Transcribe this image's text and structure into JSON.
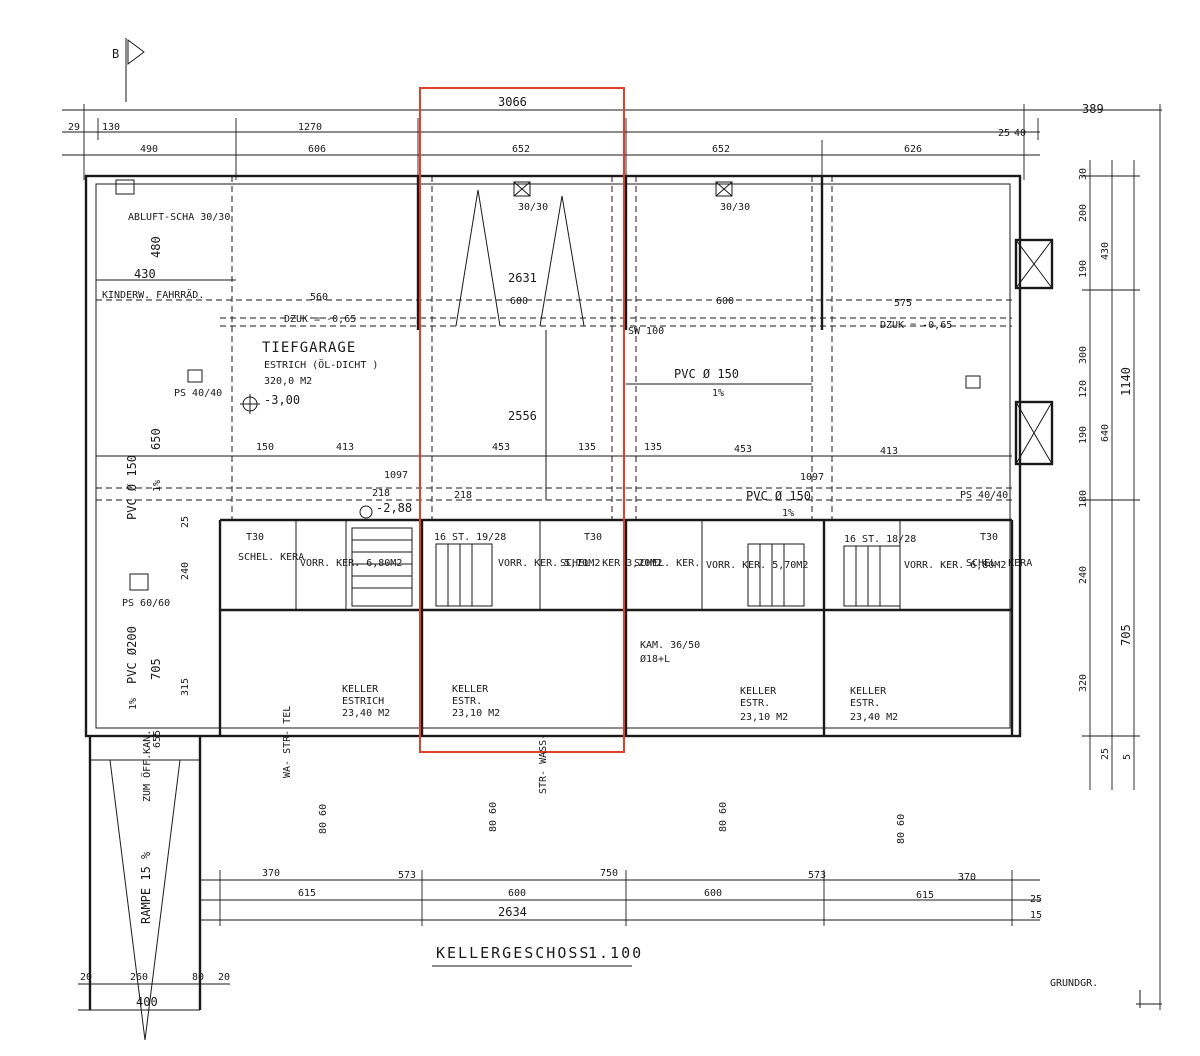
{
  "section_marker": "B",
  "drawing_title": "KELLERGESCHOSS",
  "scale": "1.100",
  "corner_label": "GRUNDGR.",
  "highlight": {
    "dimension": "3066",
    "stroke_color": "#e0402a"
  },
  "top_dims": {
    "total_right": "389",
    "d29": "29",
    "d130": "130",
    "d1270": "1270",
    "d490": "490",
    "d606": "606",
    "d652a": "652",
    "d652b": "652",
    "d626": "626",
    "d25": "25",
    "d40": "40"
  },
  "left_labels": {
    "abluft": "ABLUFT-SCHA 30/30",
    "d480": "480",
    "d430": "430",
    "kinderw": "KINDERW. FAHRRÄD.",
    "d650": "650",
    "pvc150": "PVC Ø 150",
    "pct1a": "1%",
    "pvc200": "PVC Ø200",
    "pct1b": "1%",
    "d705": "705",
    "d655": "655",
    "d315": "315",
    "d240": "240",
    "d25a": "25",
    "ps4040": "PS 40/40",
    "ps6060": "PS 60/60",
    "zum": "ZUM ÖFF.KAN.",
    "rampe": "RAMPE 15 %",
    "d260": "260",
    "d400": "400",
    "d80": "80",
    "d20a": "20",
    "d20b": "20"
  },
  "garage": {
    "title": "TIEFGARAGE",
    "estrich": "ESTRICH (ÖL-DICHT )",
    "area": "320,0 M2",
    "level": "-3,00",
    "duk_left": "DZUK = -0,65",
    "duk_right": "DZUK = -0,65",
    "d560": "560",
    "d600a": "600",
    "d600b": "600",
    "d575": "575",
    "d2631": "2631",
    "d2556": "2556",
    "shaft1": "30/30",
    "shaft2": "30/30",
    "pvc_mid": "PVC Ø 150",
    "pct_mid": "1%",
    "pvc_low": "PVC Ø 150",
    "pct_low": "1%",
    "d1097a": "1097",
    "d1097b": "1097",
    "d413a": "413",
    "d413b": "413",
    "d453a": "453",
    "d453b": "453",
    "d150": "150",
    "d135a": "135",
    "d135b": "135",
    "d218a": "218",
    "d218b": "218",
    "level2": "-2,88",
    "sw100": "SW 100",
    "ps_rt": "PS 40/40"
  },
  "right_dims": {
    "d1140": "1140",
    "d430": "430",
    "d640": "640",
    "d705": "705",
    "d200": "200",
    "d190a": "190",
    "d190b": "190",
    "d300": "300",
    "d120": "120",
    "d180": "180",
    "d240": "240",
    "d320": "320",
    "d30": "30",
    "d25": "25",
    "d5": "5"
  },
  "rooms": [
    {
      "name": "KELLER",
      "finish": "ESTRICH",
      "area": "23,40 M2"
    },
    {
      "name": "KELLER",
      "finish": "ESTR.",
      "area": "23,10 M2"
    },
    {
      "name": "KELLER",
      "finish": "ESTR.",
      "area": "23,10 M2"
    },
    {
      "name": "KELLER",
      "finish": "ESTR.",
      "area": "23,40 M2"
    }
  ],
  "small_rooms": {
    "vorrat_a": "VORR. KER. 6,80M2",
    "vorrat_b": "VORR. KER. 5,70M2",
    "vorrat_c": "VORR. KER. 5,70M2",
    "vorrat_d": "VORR. KER. 6,80M2",
    "schel_a": "SCHEL. KERA",
    "schel_b": "SCHEL. KER 3,20M2",
    "schel_c": "SCHEL. KER.",
    "schel_d": "SCHEL. KERA",
    "stairs_a": "16 ST. 19/28",
    "stairs_b": "16 ST. 18/28",
    "kamin": "KAM. 36/50",
    "kamin2": "Ø18+L",
    "t30": "T30",
    "wasser": "WA- STR- TEL",
    "wass2": "STR- WASS-"
  },
  "bottom_dims": {
    "d370a": "370",
    "d370b": "370",
    "d615a": "615",
    "d615b": "615",
    "d573a": "573",
    "d573b": "573",
    "d750": "750",
    "d600a": "600",
    "d600b": "600",
    "d2634": "2634",
    "d25": "25",
    "d15": "15",
    "d80_60": "80 60"
  }
}
